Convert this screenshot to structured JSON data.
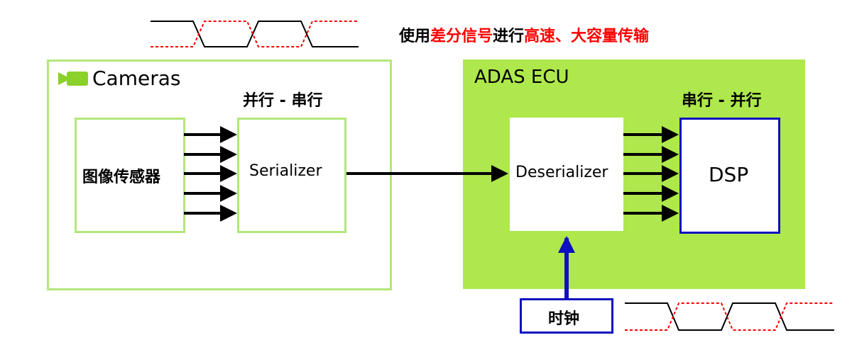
{
  "caption": {
    "prefix": "使用",
    "highlight1": "差分信号",
    "middle": "进行",
    "highlight2": "高速、大容量传输"
  },
  "cameras": {
    "title": "Cameras"
  },
  "sensor": {
    "label": "图像传感器"
  },
  "serializer": {
    "header": "并行 - 串行",
    "label": "Serializer"
  },
  "ecu": {
    "title": "ADAS ECU"
  },
  "deserializer": {
    "label": "Deserializer"
  },
  "dsp": {
    "header": "串行 - 并行",
    "label": "DSP"
  },
  "clock": {
    "label": "时钟"
  },
  "colors": {
    "light_green": "#b4e67a",
    "ecu_green": "#aee84c",
    "signal_red": "#ff0000",
    "clock_blue": "#1010c0"
  }
}
